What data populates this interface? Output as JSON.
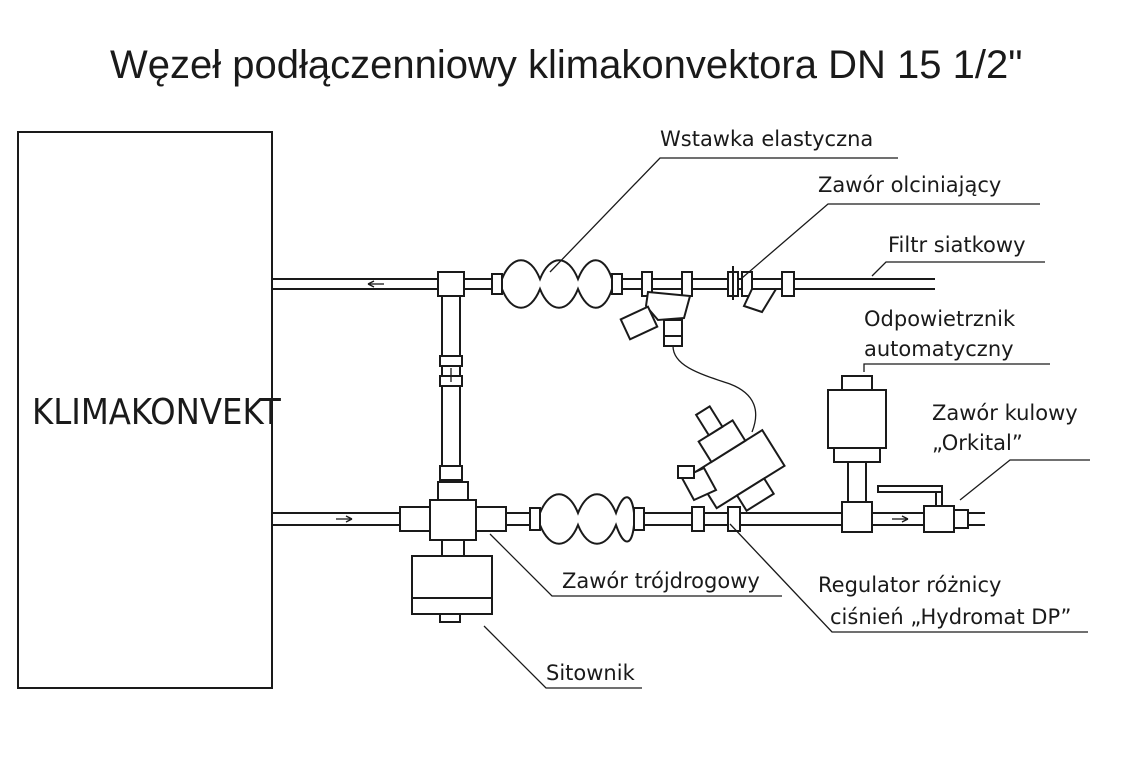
{
  "title": "Węzeł podłączenniowy klimakonvektora DN 15 1/2\"",
  "unit_label": "KLIMAKONVEKT",
  "labels": {
    "flexible_insert": "Wstawka elastyczna",
    "shutoff_valve": "Zawór olciniający",
    "mesh_filter": "Filtr siatkowy",
    "air_vent_line1": "Odpowietrznik",
    "air_vent_line2": "automatyczny",
    "ball_valve_line1": "Zawór kulowy",
    "ball_valve_line2": "„Orkital”",
    "three_way_valve": "Zawór trójdrogowy",
    "regulator_line1": "Regulator różnicy",
    "regulator_line2": "ciśnień „Hydromat DP”",
    "actuator": "Sitownik"
  }
}
